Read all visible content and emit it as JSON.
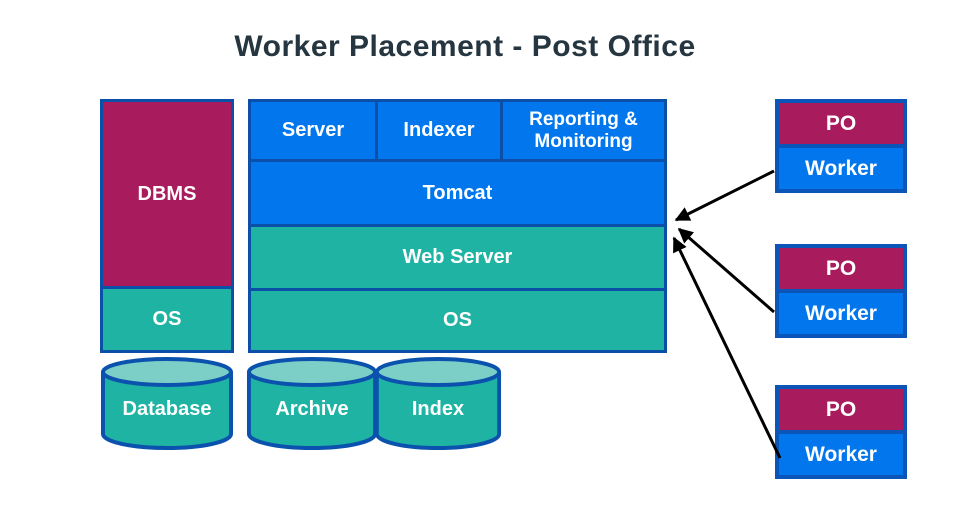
{
  "title": "Worker Placement - Post Office",
  "colors": {
    "magenta": "#a81b5c",
    "blue": "#0277ed",
    "teal": "#1fb3a3",
    "teal_light": "#7ccfc7",
    "box_border": "#0b4fa8",
    "group_border": "#0c55b8",
    "title_text": "#263640",
    "arrow": "#000000"
  },
  "left_stack": {
    "dbms_label": "DBMS",
    "os_label": "OS"
  },
  "middle_stack": {
    "server_label": "Server",
    "indexer_label": "Indexer",
    "reporting_label": "Reporting & Monitoring",
    "tomcat_label": "Tomcat",
    "web_server_label": "Web Server",
    "os_label": "OS"
  },
  "cylinders": {
    "database_label": "Database",
    "archive_label": "Archive",
    "index_label": "Index"
  },
  "worker_nodes": [
    {
      "po_label": "PO",
      "worker_label": "Worker"
    },
    {
      "po_label": "PO",
      "worker_label": "Worker"
    },
    {
      "po_label": "PO",
      "worker_label": "Worker"
    }
  ]
}
